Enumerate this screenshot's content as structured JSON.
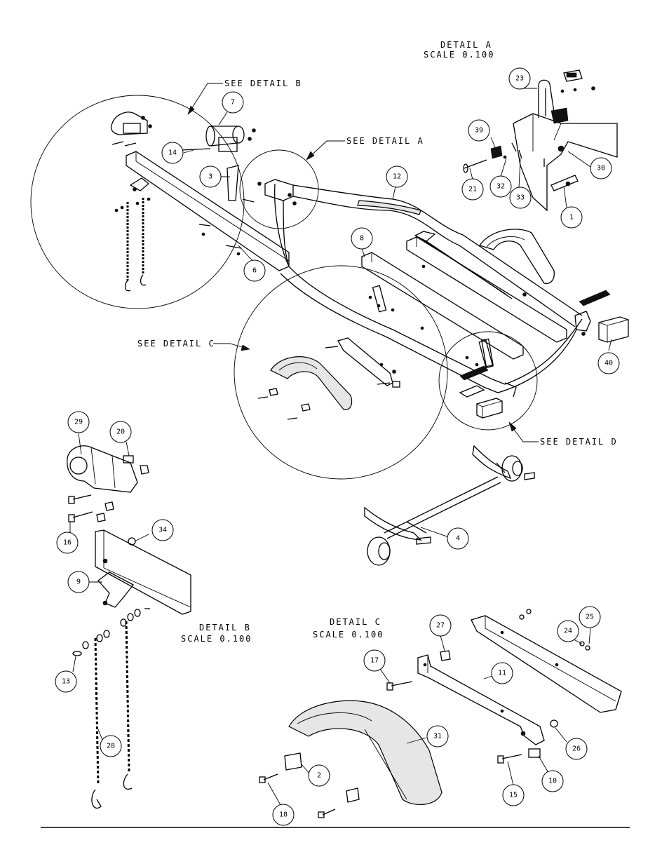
{
  "detail_labels": [
    {
      "id": "detail-a",
      "title": "DETAIL  A",
      "scale": "SCALE  0.100"
    },
    {
      "id": "detail-b",
      "title": "DETAIL  B",
      "scale": "SCALE  0.100"
    },
    {
      "id": "detail-c",
      "title": "DETAIL  C",
      "scale": "SCALE  0.100"
    }
  ],
  "see_detail": [
    {
      "id": "a",
      "text": "SEE DETAIL  A"
    },
    {
      "id": "b",
      "text": "SEE DETAIL  B"
    },
    {
      "id": "c",
      "text": "SEE DETAIL  C"
    },
    {
      "id": "d",
      "text": "SEE DETAIL  D"
    }
  ],
  "callouts": [
    "1",
    "2",
    "3",
    "4",
    "6",
    "7",
    "8",
    "9",
    "10",
    "11",
    "12",
    "13",
    "14",
    "15",
    "16",
    "17",
    "18",
    "20",
    "21",
    "23",
    "24",
    "25",
    "26",
    "27",
    "28",
    "29",
    "30",
    "31",
    "32",
    "33",
    "34",
    "39",
    "40"
  ]
}
